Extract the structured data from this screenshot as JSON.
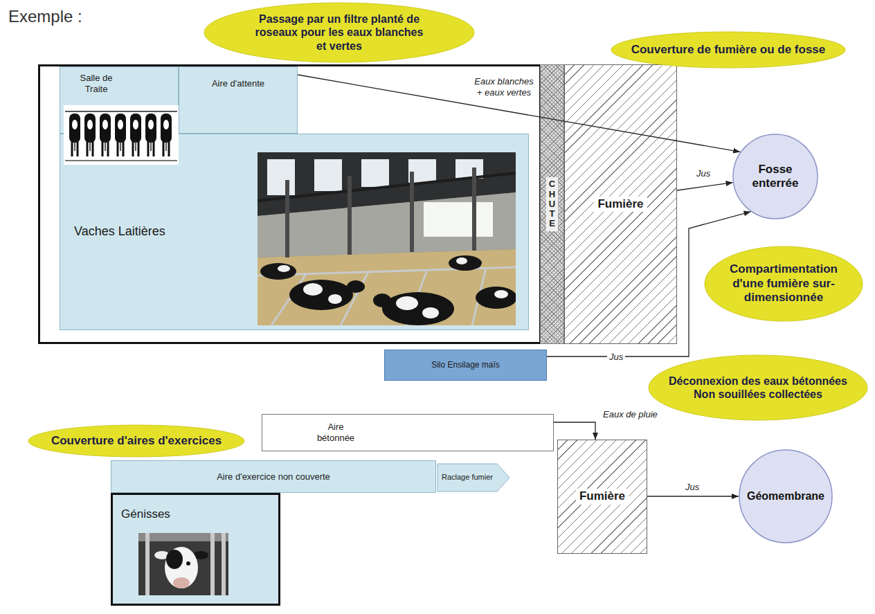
{
  "diagram": {
    "title": "Exemple :",
    "nodes": [
      {
        "text": [
          "Passage par un filtre planté de roseaux pour les eaux blanches et vertes"
        ]
      },
      {
        "text": [
          "Couverture de fumière ou de fosse"
        ]
      },
      {
        "text": [
          "Salle de Traite"
        ]
      },
      {
        "text": [
          "Aire d'attente"
        ]
      },
      {
        "text": [
          "Vaches Laitières"
        ]
      },
      {
        "text": [
          "CHUTE"
        ]
      },
      {
        "text": [
          "Fumière"
        ]
      },
      {
        "text": [
          "Fosse enterrée"
        ]
      },
      {
        "text": [
          "Compartimentation d'une fumière sur-dimensionnée"
        ]
      },
      {
        "text": [
          "Silo Ensilage maïs"
        ]
      },
      {
        "text": [
          "Déconnexion des eaux bétonnées Non souillées collectées"
        ]
      },
      {
        "text": [
          "Couverture d'aires d'exercices"
        ]
      },
      {
        "text": [
          "Aire bétonnée"
        ]
      },
      {
        "text": [
          "Aire d'exercice non couverte"
        ]
      },
      {
        "text": [
          "Raclage fumier"
        ]
      },
      {
        "text": [
          "Génisses"
        ]
      },
      {
        "text": [
          "Fumière"
        ]
      },
      {
        "text": [
          "Géomembrane"
        ]
      }
    ],
    "edges": [
      {
        "from": 3,
        "to": 7,
        "arrow": "to",
        "label": "Eaux blanches + eaux vertes"
      },
      {
        "from": 6,
        "to": 7,
        "arrow": "to",
        "label": "Jus"
      },
      {
        "from": 9,
        "to": 7,
        "arrow": "to",
        "label": "Jus"
      },
      {
        "from": 12,
        "to": 16,
        "arrow": "to",
        "label": "Eaux de pluie"
      },
      {
        "from": 16,
        "to": 17,
        "arrow": "to",
        "label": "Jus"
      }
    ]
  }
}
